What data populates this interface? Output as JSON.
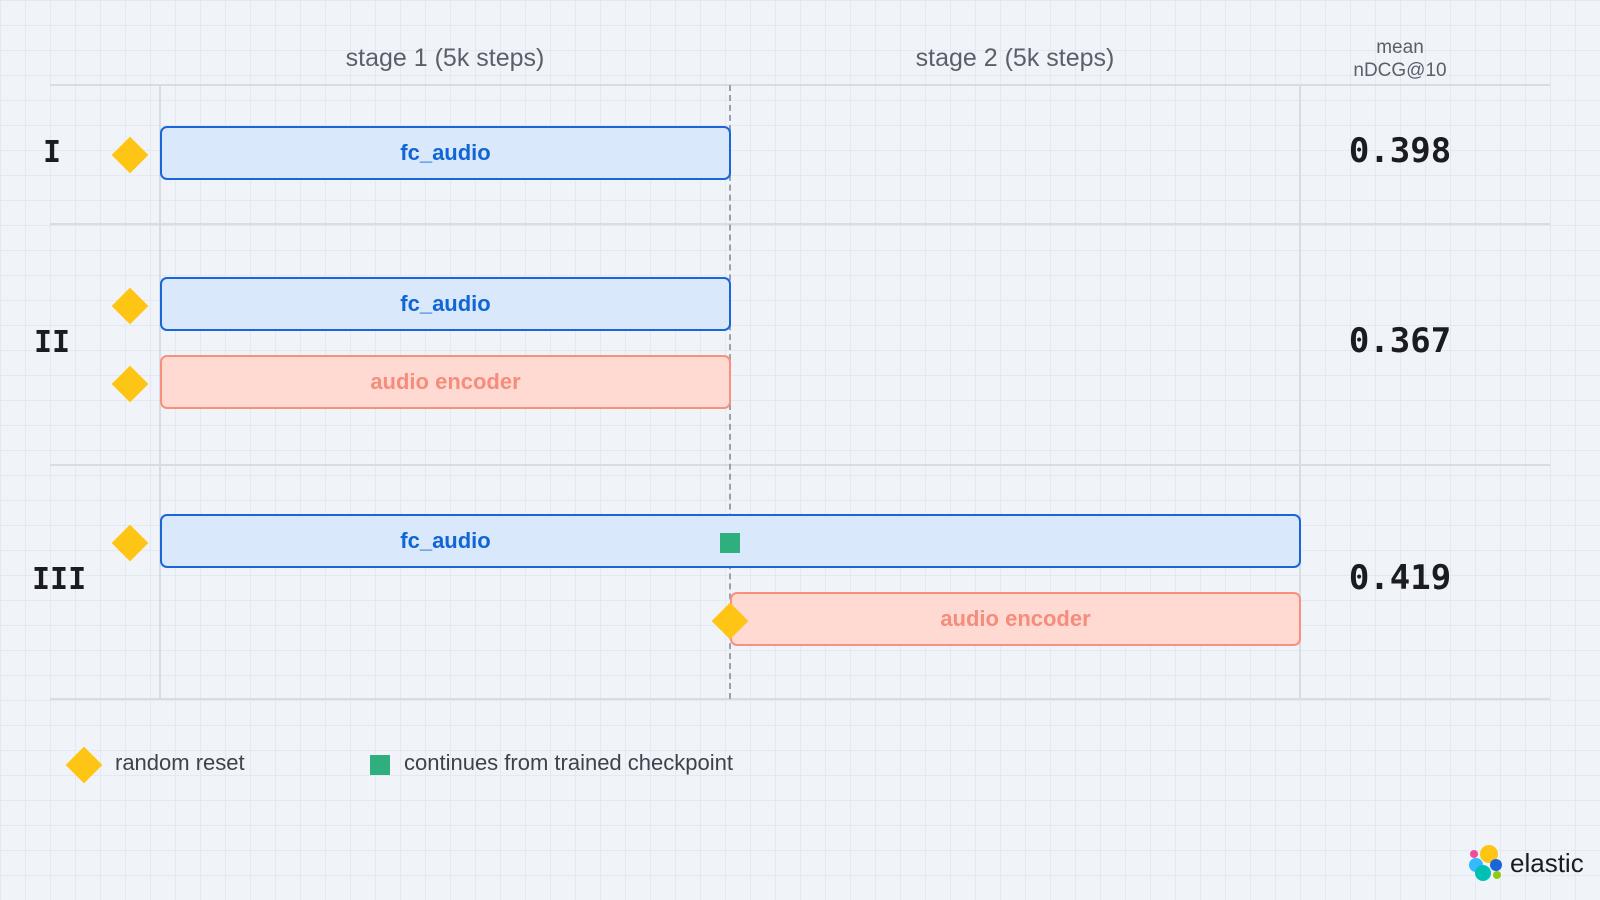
{
  "columns": {
    "stage1": "stage 1 (5k steps)",
    "stage2": "stage 2 (5k steps)",
    "metric_line1": "mean",
    "metric_line2": "nDCG@10"
  },
  "rows": [
    {
      "label": "I",
      "score": "0.398",
      "bars": [
        {
          "label": "fc_audio",
          "kind": "fc",
          "stages": "stage 1"
        }
      ]
    },
    {
      "label": "II",
      "score": "0.367",
      "bars": [
        {
          "label": "fc_audio",
          "kind": "fc",
          "stages": "stage 1"
        },
        {
          "label": "audio encoder",
          "kind": "encoder",
          "stages": "stage 1"
        }
      ]
    },
    {
      "label": "III",
      "score": "0.419",
      "bars": [
        {
          "label": "fc_audio",
          "kind": "fc",
          "stages": "stage 1-2"
        },
        {
          "label": "audio encoder",
          "kind": "encoder",
          "stages": "stage 2"
        }
      ]
    }
  ],
  "legend": {
    "random_reset": "random reset",
    "checkpoint": "continues from trained checkpoint"
  },
  "logo": {
    "text": "elastic"
  },
  "colors": {
    "fc_fill": "#d9e8fa",
    "fc_border": "#1a66d9",
    "encoder_fill": "#ffdad3",
    "encoder_border": "#f7907d",
    "reset_marker": "#fec514",
    "checkpoint_marker": "#2eaf7d"
  },
  "icons": {
    "reset": "diamond-icon",
    "checkpoint": "square-icon",
    "logo": "elastic-logo-icon"
  }
}
